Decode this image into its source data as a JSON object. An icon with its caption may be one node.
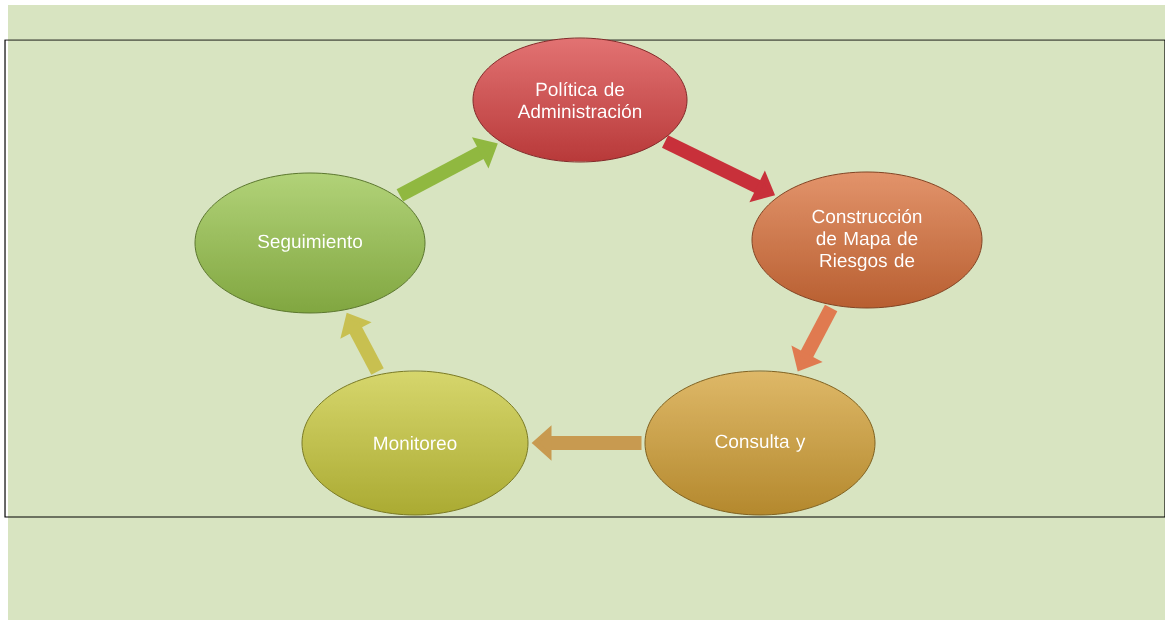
{
  "diagram": {
    "nodes": [
      {
        "text": [
          "Política de Administración"
        ]
      },
      {
        "text": [
          "Construcción de Mapa de Riesgos de"
        ]
      },
      {
        "text": [
          "Consulta y"
        ]
      },
      {
        "text": [
          "Monitoreo"
        ]
      },
      {
        "text": [
          "Seguimiento"
        ]
      }
    ],
    "edges": [
      {
        "from": 0,
        "to": 1,
        "arrow": "to",
        "color": "#c8303a"
      },
      {
        "from": 1,
        "to": 2,
        "arrow": "to",
        "color": "#e07a50"
      },
      {
        "from": 2,
        "to": 3,
        "arrow": "to",
        "color": "#c89a50"
      },
      {
        "from": 3,
        "to": 4,
        "arrow": "to",
        "color": "#c8c050"
      },
      {
        "from": 4,
        "to": 0,
        "arrow": "to",
        "color": "#90b840"
      }
    ]
  }
}
